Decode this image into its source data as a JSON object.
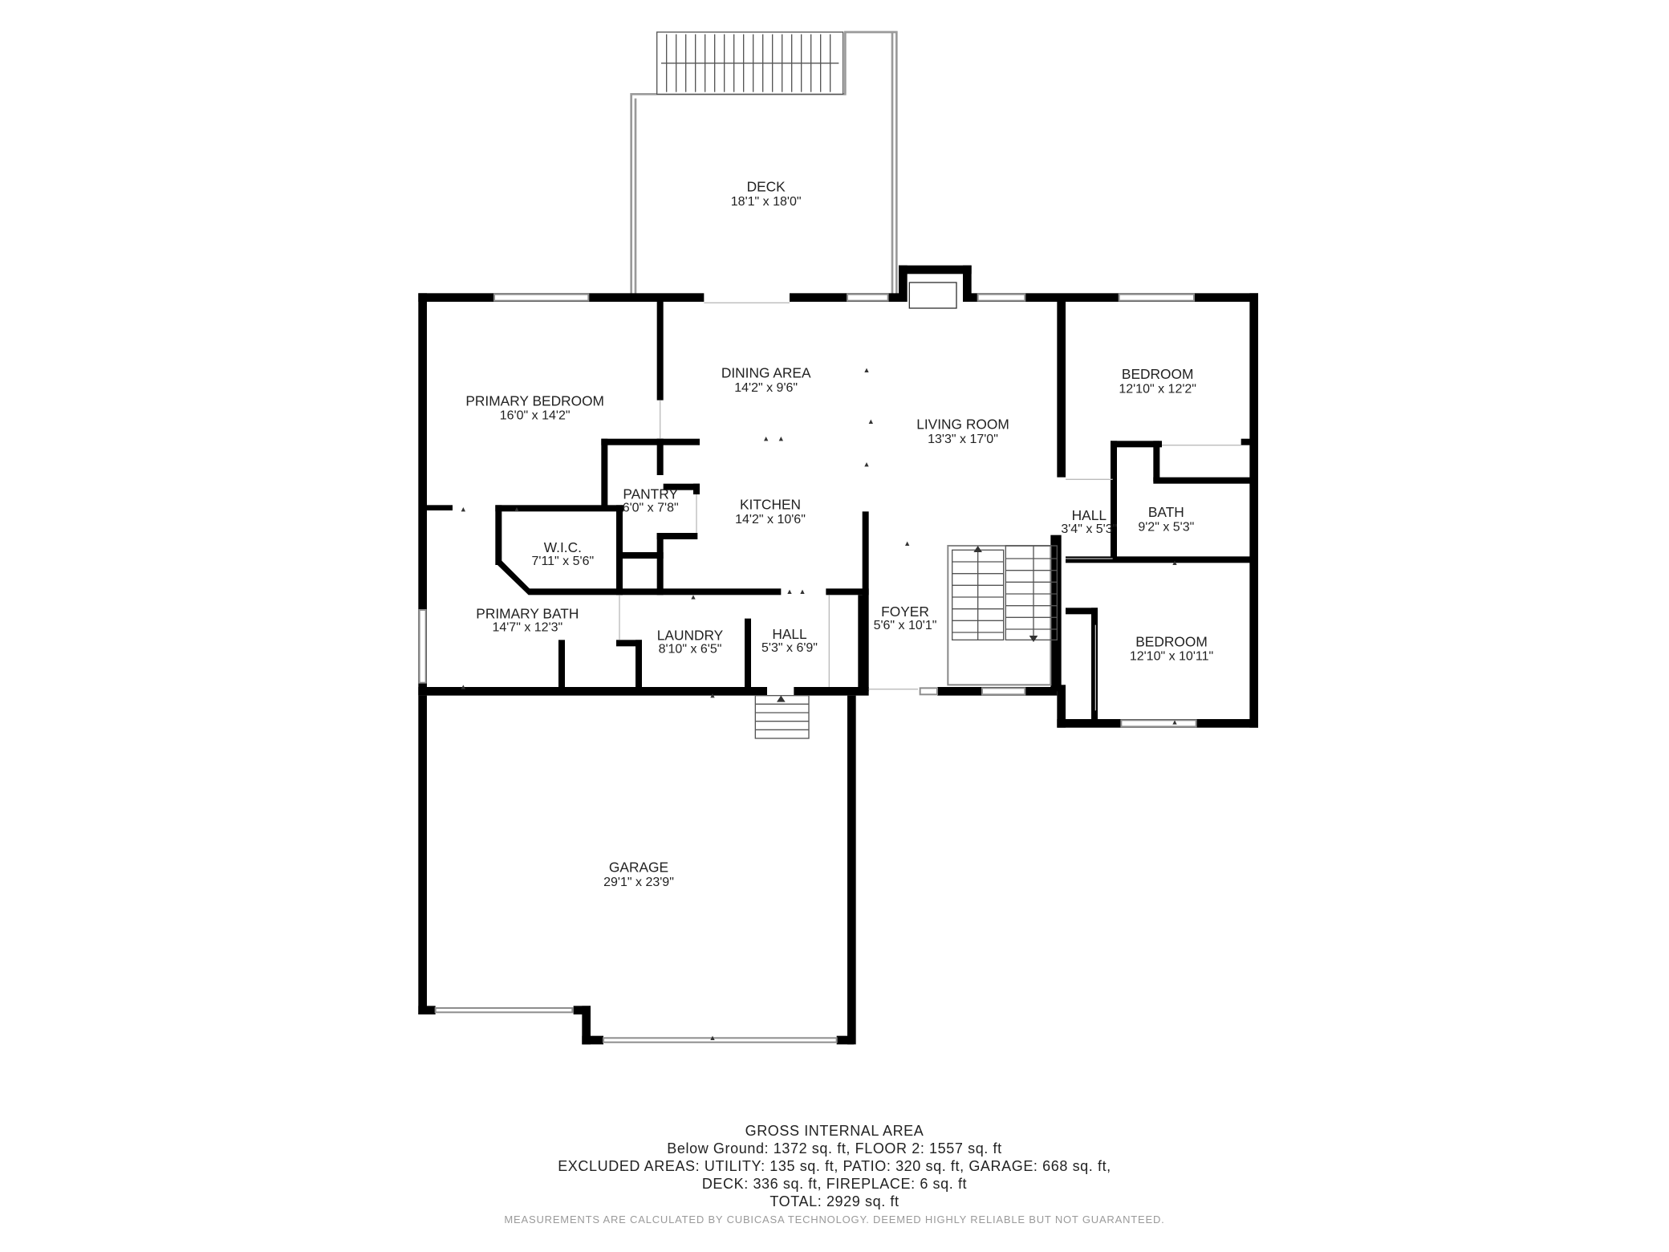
{
  "rooms": {
    "deck": {
      "name": "DECK",
      "dims": "18'1\" x 18'0\""
    },
    "dining": {
      "name": "DINING AREA",
      "dims": "14'2\" x 9'6\""
    },
    "primary_bedroom": {
      "name": "PRIMARY BEDROOM",
      "dims": "16'0\" x 14'2\""
    },
    "living": {
      "name": "LIVING ROOM",
      "dims": "13'3\" x 17'0\""
    },
    "bedroom_1": {
      "name": "BEDROOM",
      "dims": "12'10\" x 12'2\""
    },
    "pantry": {
      "name": "PANTRY",
      "dims": "6'0\" x 7'8\""
    },
    "kitchen": {
      "name": "KITCHEN",
      "dims": "14'2\" x 10'6\""
    },
    "hall_1": {
      "name": "HALL",
      "dims": "3'4\" x 5'3\""
    },
    "bath": {
      "name": "BATH",
      "dims": "9'2\" x 5'3\""
    },
    "wic": {
      "name": "W.I.C.",
      "dims": "7'11\" x 5'6\""
    },
    "primary_bath": {
      "name": "PRIMARY BATH",
      "dims": "14'7\" x 12'3\""
    },
    "laundry": {
      "name": "LAUNDRY",
      "dims": "8'10\" x 6'5\""
    },
    "hall_2": {
      "name": "HALL",
      "dims": "5'3\" x 6'9\""
    },
    "foyer": {
      "name": "FOYER",
      "dims": "5'6\" x 10'1\""
    },
    "bedroom_2": {
      "name": "BEDROOM",
      "dims": "12'10\" x 10'11\""
    },
    "garage": {
      "name": "GARAGE",
      "dims": "29'1\" x 23'9\""
    }
  },
  "summary": {
    "title": "GROSS INTERNAL AREA",
    "line1": "Below Ground: 1372 sq. ft, FLOOR 2: 1557 sq. ft",
    "line2": "EXCLUDED AREAS: UTILITY: 135 sq. ft, PATIO: 320 sq. ft, GARAGE: 668 sq. ft,",
    "line3": "DECK: 336 sq. ft, FIREPLACE: 6 sq. ft",
    "line4": "TOTAL: 2929 sq. ft",
    "disclaimer": "MEASUREMENTS ARE CALCULATED BY CUBICASA TECHNOLOGY. DEEMED HIGHLY RELIABLE BUT NOT GUARANTEED."
  },
  "colors": {
    "wall": "#000000",
    "thin_line": "#9a9a9a",
    "disclaimer": "#9a9a9a"
  }
}
